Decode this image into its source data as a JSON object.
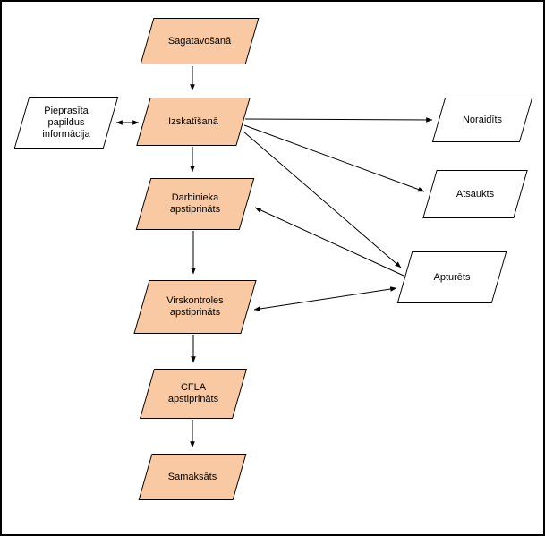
{
  "diagram": {
    "type": "status-flowchart",
    "nodes": {
      "sagatavosana": {
        "label": "Sagatavošanā",
        "fill": "#F8C9A2"
      },
      "izskatisana": {
        "label": "Izskatīšanā",
        "fill": "#F8C9A2"
      },
      "pieprasita": {
        "label": "Pieprasīta papildus informācija",
        "fill": "#FFFFFF"
      },
      "noraidits": {
        "label": "Noraidīts",
        "fill": "#FFFFFF"
      },
      "atsaukts": {
        "label": "Atsaukts",
        "fill": "#FFFFFF"
      },
      "apturets": {
        "label": "Apturēts",
        "fill": "#FFFFFF"
      },
      "darbinieka": {
        "label": "Darbinieka apstiprināts",
        "fill": "#F8C9A2"
      },
      "virskontroles": {
        "label": "Virskontroles apstiprināts",
        "fill": "#F8C9A2"
      },
      "cfla": {
        "label": "CFLA apstiprināts",
        "fill": "#F8C9A2"
      },
      "samaksats": {
        "label": "Samaksāts",
        "fill": "#F8C9A2"
      }
    },
    "edges": [
      {
        "id": "sagatavosana-izskatisana",
        "from": "sagatavosana",
        "to": "izskatisana",
        "bidirectional": false
      },
      {
        "id": "izskatisana-pieprasita",
        "from": "izskatisana",
        "to": "pieprasita",
        "bidirectional": true
      },
      {
        "id": "izskatisana-darbinieka",
        "from": "izskatisana",
        "to": "darbinieka",
        "bidirectional": false
      },
      {
        "id": "izskatisana-noraidits",
        "from": "izskatisana",
        "to": "noraidits",
        "bidirectional": false
      },
      {
        "id": "izskatisana-atsaukts",
        "from": "izskatisana",
        "to": "atsaukts",
        "bidirectional": false
      },
      {
        "id": "izskatisana-apturets",
        "from": "izskatisana",
        "to": "apturets",
        "bidirectional": false
      },
      {
        "id": "apturets-darbinieka",
        "from": "apturets",
        "to": "darbinieka",
        "bidirectional": false
      },
      {
        "id": "virskontroles-apturets",
        "from": "virskontroles",
        "to": "apturets",
        "bidirectional": true
      },
      {
        "id": "darbinieka-virskontroles",
        "from": "darbinieka",
        "to": "virskontroles",
        "bidirectional": false
      },
      {
        "id": "virskontroles-cfla",
        "from": "virskontroles",
        "to": "cfla",
        "bidirectional": false
      },
      {
        "id": "cfla-samaksats",
        "from": "cfla",
        "to": "samaksats",
        "bidirectional": false
      }
    ],
    "colors": {
      "active_fill": "#F8C9A2",
      "terminal_fill": "#FFFFFF",
      "stroke": "#000000",
      "background": "#FFFFFF"
    }
  }
}
